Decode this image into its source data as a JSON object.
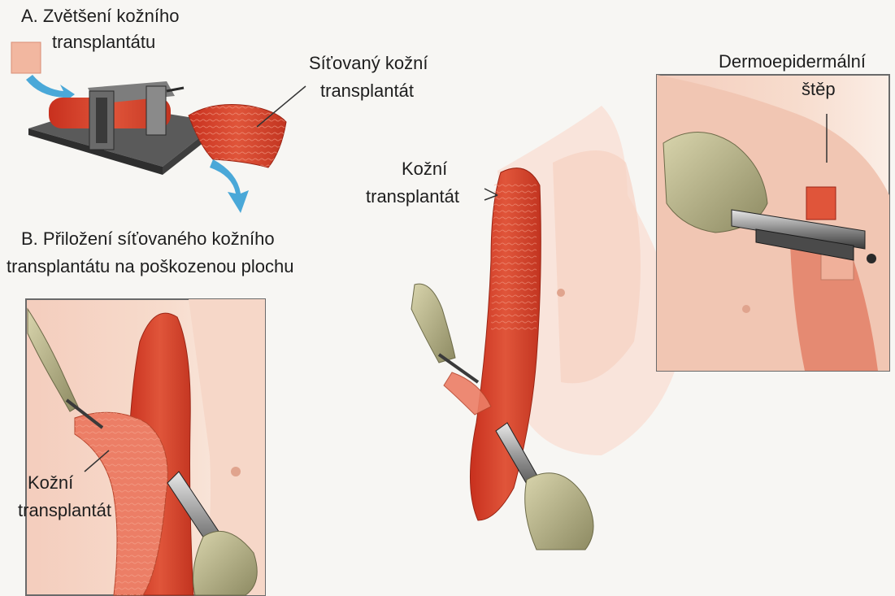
{
  "section_a": {
    "letter": "A.",
    "title_line1": "Zvětšení kožního",
    "title_line2": "transplantátu",
    "label_meshed_line1": "Síťovaný kožní",
    "label_meshed_line2": "transplantát"
  },
  "section_b": {
    "letter": "B.",
    "title_line1": "Přiložení síťovaného kožního",
    "title_line2": "transplantátu na poškozenou plochu",
    "label_graft_line1": "Kožní",
    "label_graft_line2": "transplantát"
  },
  "center": {
    "label_graft_line1": "Kožní",
    "label_graft_line2": "transplantát"
  },
  "right": {
    "label_line1": "Dermoepidermální",
    "label_line2": "štěp"
  },
  "colors": {
    "background": "#f7f6f3",
    "skin": "#f1c9b8",
    "graft_red": "#d9442c",
    "glove": "#b9b58a",
    "arrow_blue": "#4aa8d8"
  }
}
